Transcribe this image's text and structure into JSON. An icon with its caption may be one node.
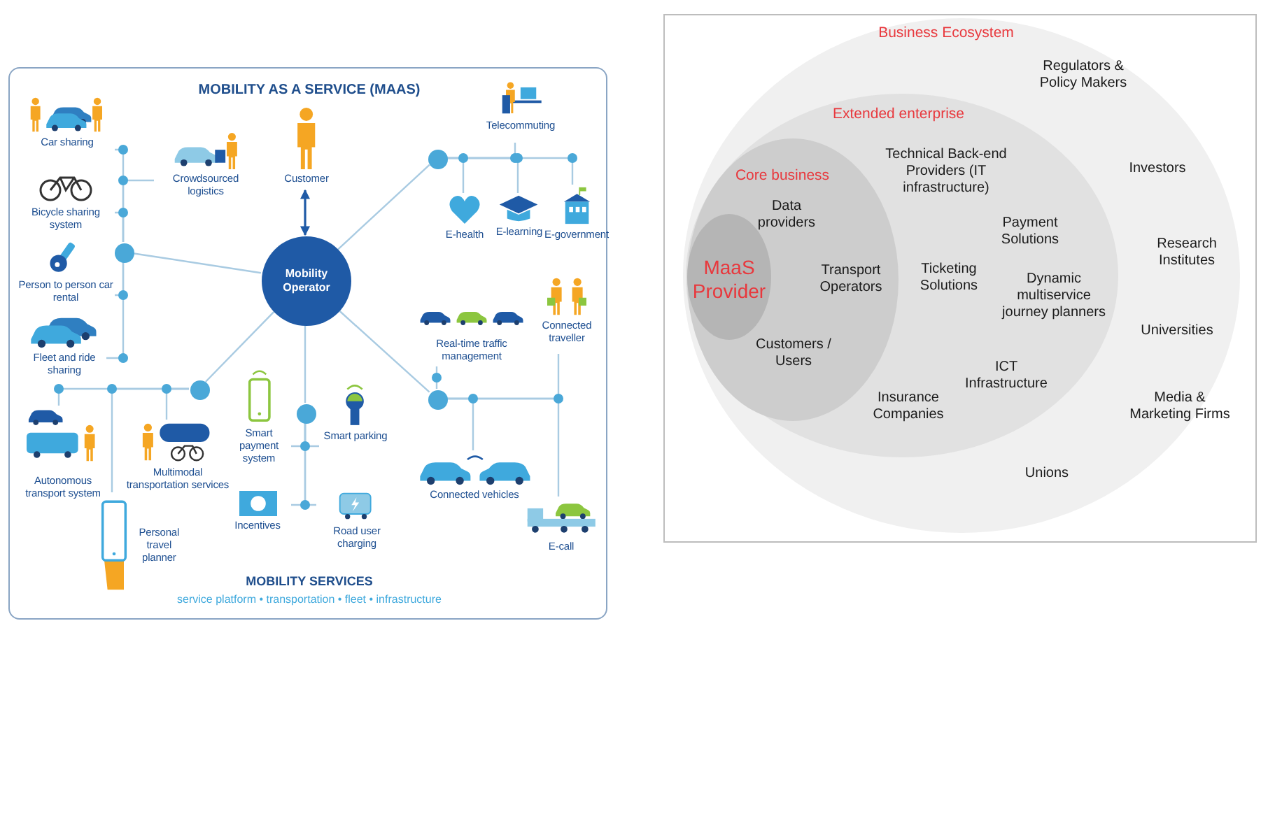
{
  "diagram": {
    "nodes": [
      {
        "text": [
          "MOBILITY AS A SERVICE (MAAS)",
          "MOBILITY SERVICES",
          "service platform • transportation • fleet • infrastructure"
        ]
      },
      {
        "text": [
          "Customer"
        ],
        "in": 0
      },
      {
        "text": [
          "Mobility Operator"
        ],
        "in": 0
      },
      {
        "text": [
          "Car sharing"
        ],
        "in": 0
      },
      {
        "text": [
          "Crowdsourced logistics"
        ],
        "in": 0
      },
      {
        "text": [
          "Bicycle sharing system"
        ],
        "in": 0
      },
      {
        "text": [
          "Person to person car rental"
        ],
        "in": 0
      },
      {
        "text": [
          "Fleet and ride sharing"
        ],
        "in": 0
      },
      {
        "text": [
          "Autonomous transport system"
        ],
        "in": 0
      },
      {
        "text": [
          "Multimodal transportation services"
        ],
        "in": 0
      },
      {
        "text": [
          "Personal travel planner"
        ],
        "in": 0
      },
      {
        "text": [
          "Smart payment system"
        ],
        "in": 0
      },
      {
        "text": [
          "Smart parking"
        ],
        "in": 0
      },
      {
        "text": [
          "Incentives"
        ],
        "in": 0
      },
      {
        "text": [
          "Road user charging"
        ],
        "in": 0
      },
      {
        "text": [
          "Telecommuting"
        ],
        "in": 0
      },
      {
        "text": [
          "E-health"
        ],
        "in": 0
      },
      {
        "text": [
          "E-learning"
        ],
        "in": 0
      },
      {
        "text": [
          "E-government"
        ],
        "in": 0
      },
      {
        "text": [
          "Real-time traffic management"
        ],
        "in": 0
      },
      {
        "text": [
          "Connected traveller"
        ],
        "in": 0
      },
      {
        "text": [
          "Connected vehicles"
        ],
        "in": 0
      },
      {
        "text": [
          "E-call"
        ],
        "in": 0
      },
      {
        "text": [],
        "shape": "circle",
        "in": 0
      },
      {
        "text": [],
        "shape": "circle",
        "in": 0
      },
      {
        "text": [],
        "shape": "circle",
        "in": 0
      },
      {
        "text": [],
        "shape": "circle",
        "in": 0
      },
      {
        "text": [],
        "shape": "circle",
        "in": 0
      },
      {
        "text": [],
        "shape": "box"
      },
      {
        "text": [
          "Business Ecosystem",
          "Regulators & Policy Makers",
          "Investors",
          "Research Institutes",
          "Universities",
          "Media & Marketing Firms",
          "Unions"
        ],
        "in": 28
      },
      {
        "text": [
          "Extended enterprise",
          "Technical Back-end Providers (IT infrastructure)",
          "Payment Solutions",
          "Ticketing Solutions",
          "Dynamic multiservice journey planners",
          "ICT Infrastructure",
          "Insurance Companies"
        ],
        "in": 29
      },
      {
        "text": [
          "Core business",
          "Data providers",
          "Transport Operators",
          "Customers / Users"
        ],
        "in": 30
      },
      {
        "text": [
          "MaaS Provider"
        ],
        "in": 31
      }
    ],
    "edges": [
      {
        "from": 1,
        "to": 2,
        "arrow": "both",
        "color": "#1f5aa6"
      },
      {
        "from": 2,
        "to": 23,
        "arrow": "none"
      },
      {
        "from": 2,
        "to": 24,
        "arrow": "none"
      },
      {
        "from": 2,
        "to": 25,
        "arrow": "none"
      },
      {
        "from": 2,
        "to": 26,
        "arrow": "none"
      },
      {
        "from": 2,
        "to": 27,
        "arrow": "none"
      },
      {
        "from": 23,
        "to": 3,
        "arrow": "none"
      },
      {
        "from": 23,
        "to": 4,
        "arrow": "none"
      },
      {
        "from": 23,
        "to": 5,
        "arrow": "none"
      },
      {
        "from": 23,
        "to": 6,
        "arrow": "none"
      },
      {
        "from": 23,
        "to": 7,
        "arrow": "none"
      },
      {
        "from": 24,
        "to": 8,
        "arrow": "none"
      },
      {
        "from": 24,
        "to": 9,
        "arrow": "none"
      },
      {
        "from": 24,
        "to": 10,
        "arrow": "none"
      },
      {
        "from": 25,
        "to": 15,
        "arrow": "none"
      },
      {
        "from": 25,
        "to": 16,
        "arrow": "none"
      },
      {
        "from": 25,
        "to": 17,
        "arrow": "none"
      },
      {
        "from": 25,
        "to": 18,
        "arrow": "none"
      },
      {
        "from": 26,
        "to": 19,
        "arrow": "none"
      },
      {
        "from": 26,
        "to": 20,
        "arrow": "none"
      },
      {
        "from": 26,
        "to": 21,
        "arrow": "none"
      },
      {
        "from": 26,
        "to": 22,
        "arrow": "none"
      },
      {
        "from": 27,
        "to": 11,
        "arrow": "none"
      },
      {
        "from": 27,
        "to": 12,
        "arrow": "none"
      },
      {
        "from": 27,
        "to": 13,
        "arrow": "none"
      },
      {
        "from": 27,
        "to": 14,
        "arrow": "none"
      }
    ]
  }
}
